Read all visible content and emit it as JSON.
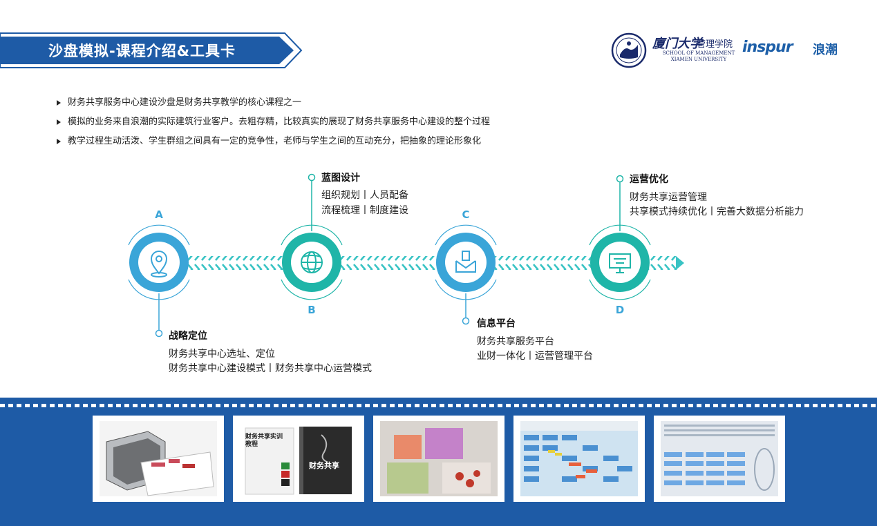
{
  "header": {
    "title": "沙盘模拟-课程介绍&工具卡",
    "logo_school_cn": "廈门大学",
    "logo_school_cn2": "管理学院",
    "logo_school_en1": "SCHOOL OF MANAGEMENT",
    "logo_school_en2": "XIAMEN UNIVERSITY",
    "logo_inspur": "inspur",
    "logo_inspur_cn": "浪潮"
  },
  "bullets": [
    "财务共享服务中心建设沙盘是财务共享教学的核心课程之一",
    "模拟的业务来自浪潮的实际建筑行业客户。去粗存精，比较真实的展现了财务共享服务中心建设的整个过程",
    "教学过程生动活泼、学生群组之间具有一定的竞争性，老师与学生之间的互动充分，把抽象的理论形象化"
  ],
  "stages": [
    {
      "letter": "A",
      "title": "战略定位",
      "lines": [
        "财务共享中心选址、定位",
        "财务共享中心建设模式丨财务共享中心运营模式"
      ],
      "icon": "location-pin-icon"
    },
    {
      "letter": "B",
      "title": "蓝图设计",
      "lines": [
        "组织规划丨人员配备",
        "流程梳理丨制度建设"
      ],
      "icon": "globe-icon"
    },
    {
      "letter": "C",
      "title": "信息平台",
      "lines": [
        "财务共享服务平台",
        "业财一体化丨运营管理平台"
      ],
      "icon": "mail-tray-icon"
    },
    {
      "letter": "D",
      "title": "运营优化",
      "lines": [
        "财务共享运营管理",
        "共享模式持续优化丨完善大数据分析能力"
      ],
      "icon": "presentation-board-icon"
    }
  ],
  "photos": {
    "book1_title": "财务共享实训教程",
    "book2_title": "财务共享"
  },
  "colors": {
    "primary_blue": "#1e5ba6",
    "ring_blue": "#3aa5d8",
    "ring_teal": "#1fb5a8",
    "arrow_teal": "#39c3c4"
  }
}
